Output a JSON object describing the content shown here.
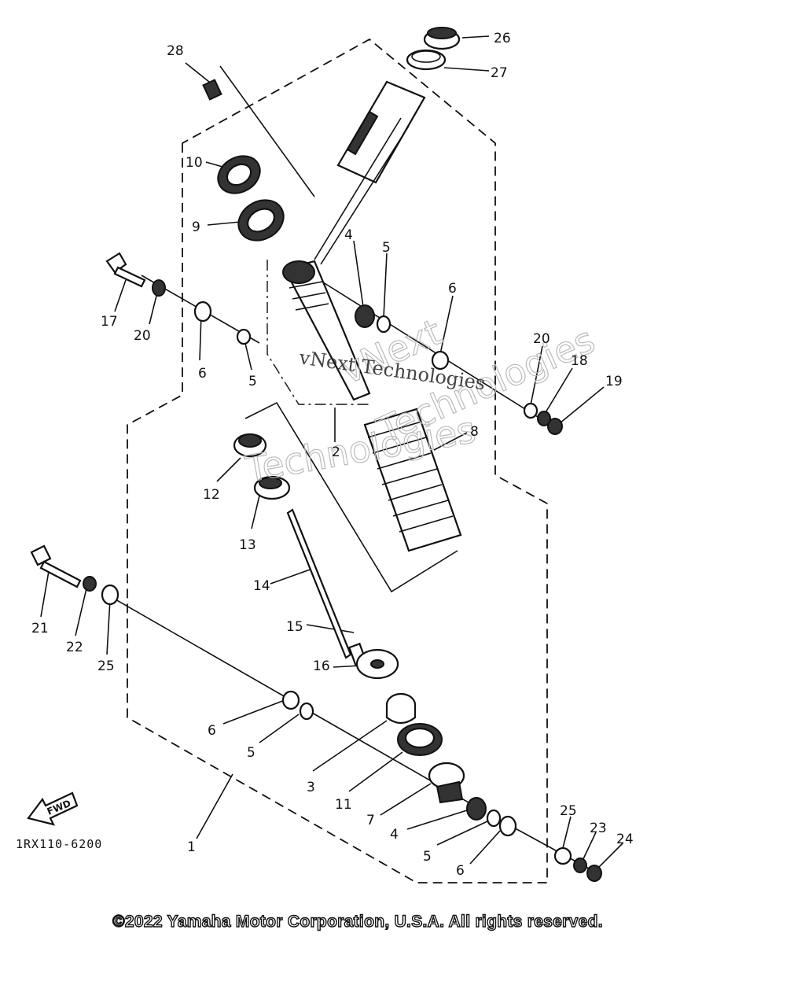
{
  "diagram": {
    "callouts": [
      "28",
      "26",
      "27",
      "10",
      "9",
      "4",
      "5",
      "6",
      "17",
      "20",
      "6",
      "5",
      "20",
      "18",
      "19",
      "2",
      "8",
      "12",
      "13",
      "14",
      "21",
      "22",
      "25",
      "15",
      "16",
      "6",
      "5",
      "3",
      "11",
      "7",
      "4",
      "5",
      "6",
      "25",
      "23",
      "24",
      "1"
    ],
    "reference_code": "1RX110-6200",
    "direction_label": "FWD",
    "watermark_serif": "vNext Technologies",
    "watermark_outline_1": "vNext",
    "watermark_outline_2": "Technologies",
    "watermark_outline_3": "Technologies"
  },
  "footer": {
    "copyright": "©2022 Yamaha Motor Corporation, U.S.A. All rights reserved."
  }
}
